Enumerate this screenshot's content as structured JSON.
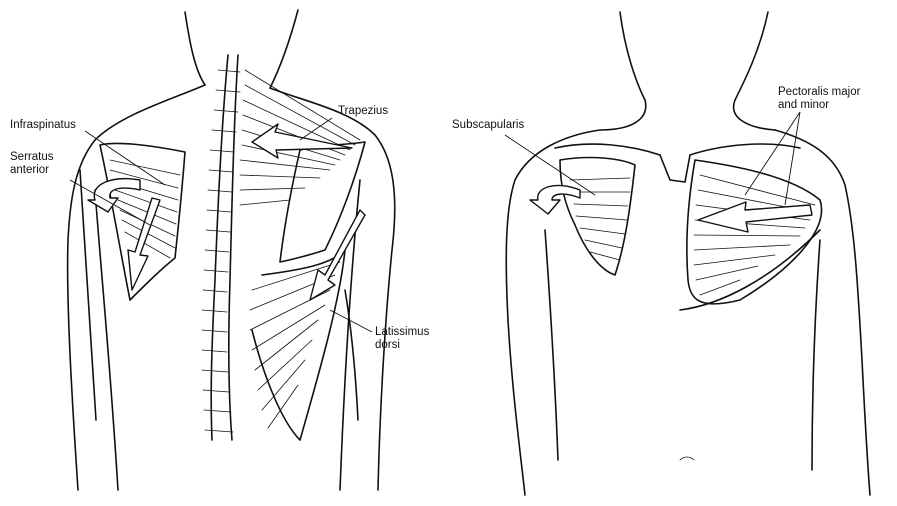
{
  "labels": {
    "infraspinatus": "Infraspinatus",
    "serratus_line1": "Serratus",
    "serratus_line2": "anterior",
    "trapezius": "Trapezius",
    "latissimus_line1": "Latissimus",
    "latissimus_line2": "dorsi",
    "subscapularis": "Subscapularis",
    "pectoralis_line1": "Pectoralis major",
    "pectoralis_line2": "and minor"
  }
}
